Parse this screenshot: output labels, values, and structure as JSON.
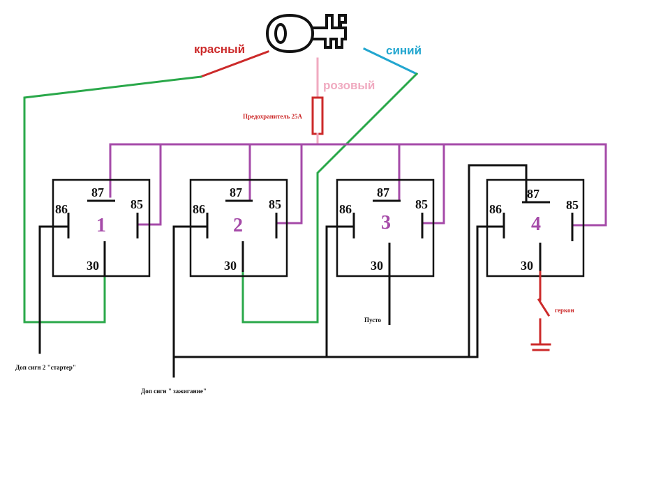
{
  "colors": {
    "red": "#cc2a2a",
    "blue": "#22a6cf",
    "pink": "#f0aac0",
    "green": "#2aa84a",
    "purple": "#a54aa8",
    "black": "#111111"
  },
  "key_icon": "ignition-key-icon",
  "wires": {
    "red_label": "красный",
    "blue_label": "синий",
    "pink_label": "розовый"
  },
  "fuse": {
    "label": "Предохранитель 25А"
  },
  "relays": [
    {
      "number": "1",
      "pin87": "87",
      "pin86": "86",
      "pin85": "85",
      "pin30": "30"
    },
    {
      "number": "2",
      "pin87": "87",
      "pin86": "86",
      "pin85": "85",
      "pin30": "30"
    },
    {
      "number": "3",
      "pin87": "87",
      "pin86": "86",
      "pin85": "85",
      "pin30": "30"
    },
    {
      "number": "4",
      "pin87": "87",
      "pin86": "86",
      "pin85": "85",
      "pin30": "30"
    }
  ],
  "labels": {
    "empty": "Пусто",
    "reed_switch": "геркон",
    "starter": "Доп сигн 2 \"стартер\"",
    "ignition": "Доп сигн \" зажигание\""
  }
}
